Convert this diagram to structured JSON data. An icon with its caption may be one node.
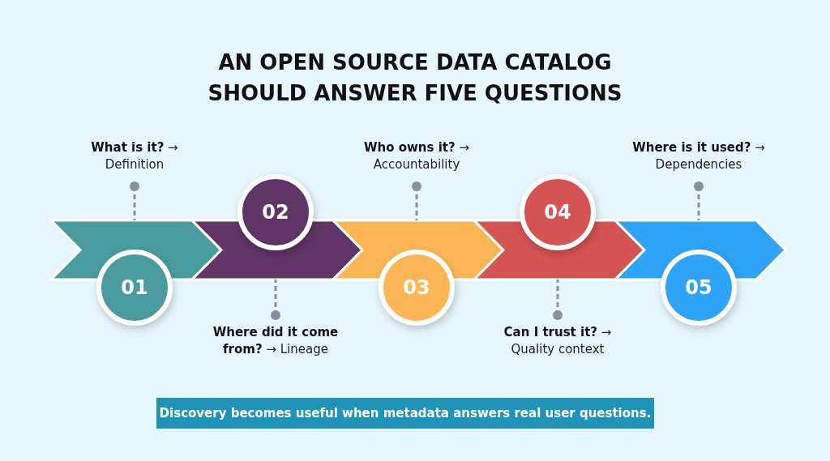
{
  "diagram": {
    "title": "AN OPEN SOURCE DATA CATALOG SHOULD ANSWER FIVE QUESTIONS",
    "nodes": [
      {
        "text": [],
        "shape": "chevron"
      },
      {
        "text": [
          "01"
        ]
      },
      {
        "text": [
          "**What is it?** → Definition"
        ]
      },
      {
        "text": [],
        "shape": "chevron"
      },
      {
        "text": [
          "02"
        ]
      },
      {
        "text": [
          "**Where did it come from?** → Lineage"
        ]
      },
      {
        "text": [],
        "shape": "chevron"
      },
      {
        "text": [
          "03"
        ]
      },
      {
        "text": [
          "**Who owns it?** → Accountability"
        ]
      },
      {
        "text": [],
        "shape": "chevron"
      },
      {
        "text": [
          "04"
        ]
      },
      {
        "text": [
          "**Can I trust it?** → Quality context"
        ]
      },
      {
        "text": [],
        "shape": "chevron"
      },
      {
        "text": [
          "05"
        ]
      },
      {
        "text": [
          "**Where is it used?** → Dependencies"
        ]
      }
    ],
    "edges": [
      {
        "from": 2,
        "to": 0,
        "arrow": "other",
        "style": "dashed"
      },
      {
        "from": 5,
        "to": 3,
        "arrow": "other",
        "style": "dashed"
      },
      {
        "from": 8,
        "to": 6,
        "arrow": "other",
        "style": "dashed"
      },
      {
        "from": 11,
        "to": 9,
        "arrow": "other",
        "style": "dashed"
      },
      {
        "from": 14,
        "to": 12,
        "arrow": "other",
        "style": "dashed"
      }
    ],
    "caption": "Discovery becomes useful when metadata answers real user questions."
  }
}
